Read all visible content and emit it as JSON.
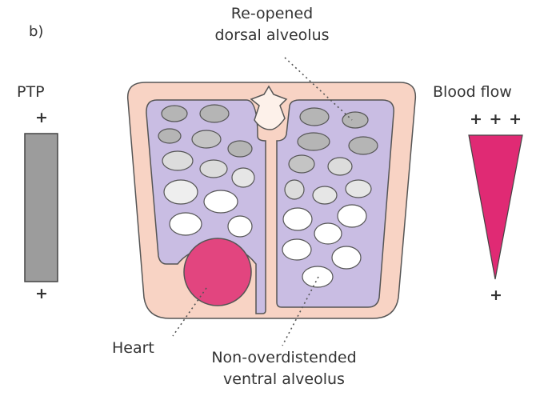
{
  "panel_label": "b)",
  "labels": {
    "reopened_line1": "Re-opened",
    "reopened_line2": "dorsal alveolus",
    "ptp": "PTP",
    "blood_flow": "Blood flow",
    "heart": "Heart",
    "nonover_line1": "Non-overdistended",
    "nonover_line2": "ventral alveolus"
  },
  "ptp_bar": {
    "top_sign": "+",
    "bottom_sign": "+"
  },
  "blood_flow_bar": {
    "top_sign": "+ + +",
    "bottom_sign": "+"
  },
  "colors": {
    "chest_fill": "#f8d3c4",
    "chest_stroke": "#555555",
    "lung_fill": "#c9bde3",
    "heart_fill": "#e2457f",
    "ptp_bar_fill": "#9c9c9c",
    "blood_flow_fill": "#e02a74",
    "alveolus_dorsal": "#b5b5b5",
    "alveolus_mid": "#dcdcdc",
    "alveolus_ventral": "#ffffff"
  }
}
